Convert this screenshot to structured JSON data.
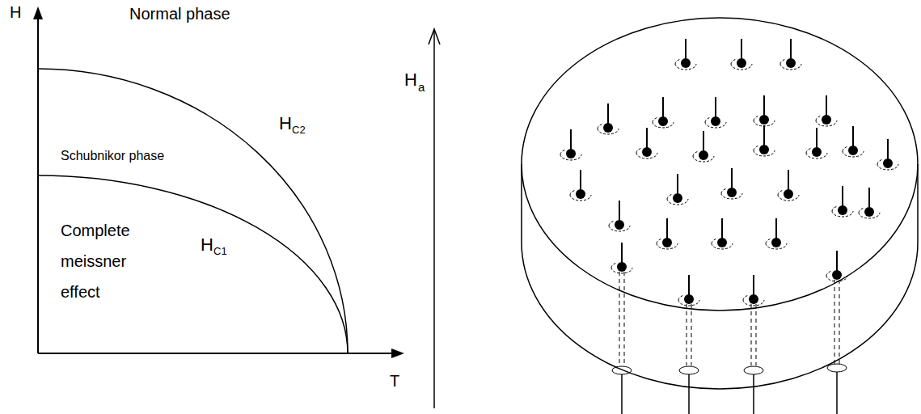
{
  "diagram": {
    "labels": [
      "H",
      "Normal phase",
      "H",
      "C2",
      "Schubnikor phase",
      "Complete meissner effect",
      "H",
      "C1",
      "T",
      "H",
      "a"
    ]
  }
}
